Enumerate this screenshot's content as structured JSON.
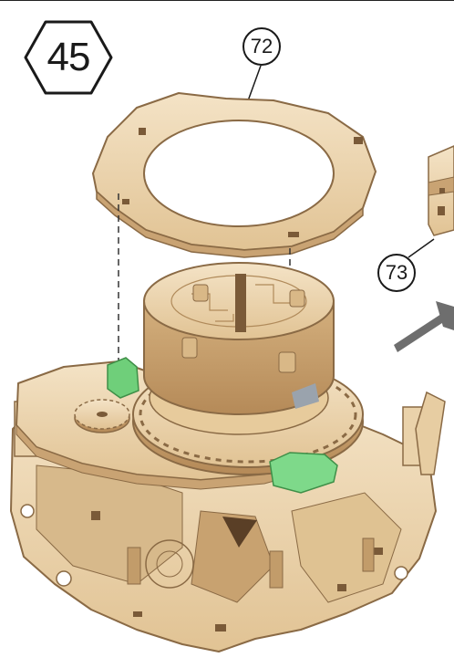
{
  "step": {
    "number": "45"
  },
  "callouts": [
    {
      "label": "72"
    },
    {
      "label": "73"
    }
  ],
  "colors": {
    "wood_light": "#f1dcbd",
    "wood_mid": "#e3c597",
    "wood_dark": "#b98e5f",
    "wood_edge": "#8a6a45",
    "green_part": "#6fcf7a",
    "arrow_gray": "#6e6e6e"
  }
}
